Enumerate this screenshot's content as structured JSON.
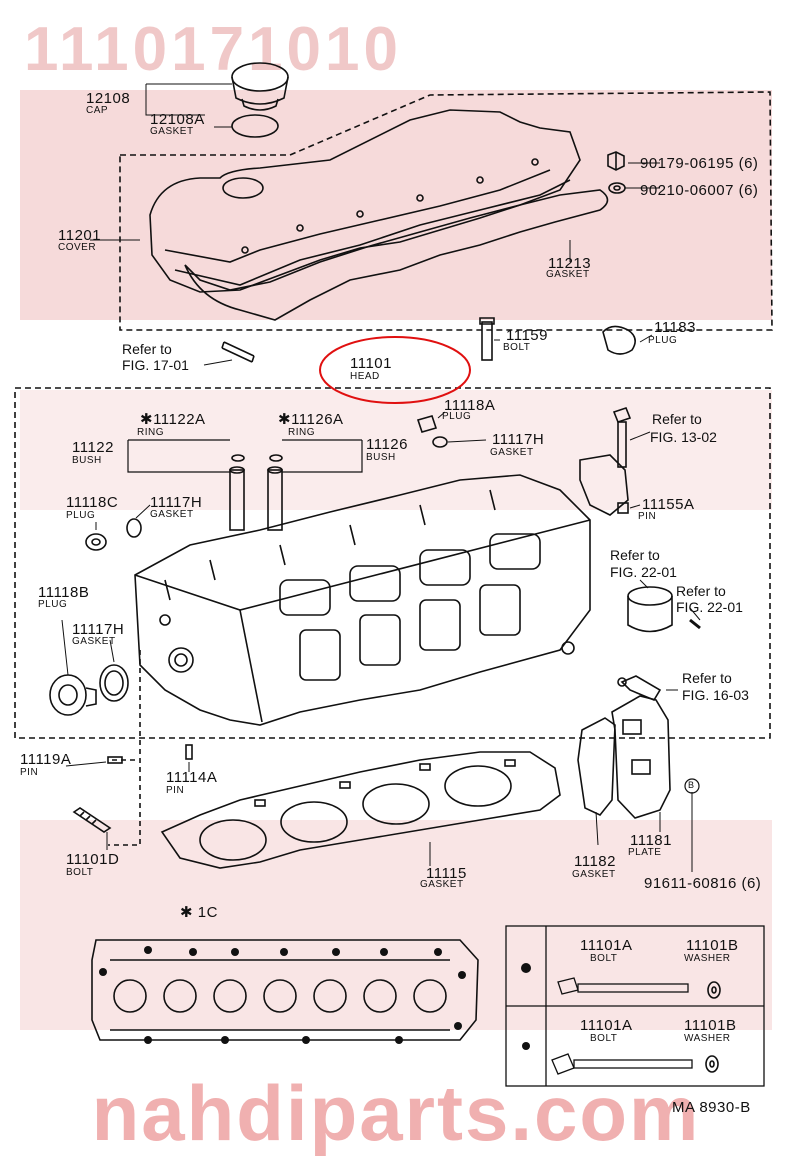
{
  "watermark": {
    "top_text": "1110171010",
    "bottom_text": "nahdiparts.com"
  },
  "figure_code": "MA 8930-B",
  "highlight_color": "#e01010",
  "parts": [
    {
      "id": "p12108",
      "number": "12108",
      "name": "CAP"
    },
    {
      "id": "p12108a",
      "number": "12108A",
      "name": "GASKET"
    },
    {
      "id": "p11201",
      "number": "11201",
      "name": "COVER"
    },
    {
      "id": "p90179",
      "number": "90179-06195 (6)",
      "name": ""
    },
    {
      "id": "p90210",
      "number": "90210-06007 (6)",
      "name": ""
    },
    {
      "id": "p11213",
      "number": "11213",
      "name": "GASKET"
    },
    {
      "id": "p11159",
      "number": "11159",
      "name": "BOLT"
    },
    {
      "id": "p11183",
      "number": "11183",
      "name": "PLUG"
    },
    {
      "id": "p11101",
      "number": "11101",
      "name": "HEAD"
    },
    {
      "id": "p11122a",
      "number": "✱11122A",
      "name": "RING"
    },
    {
      "id": "p11126a",
      "number": "✱11126A",
      "name": "RING"
    },
    {
      "id": "p11122",
      "number": "11122",
      "name": "BUSH"
    },
    {
      "id": "p11126",
      "number": "11126",
      "name": "BUSH"
    },
    {
      "id": "p11118a",
      "number": "11118A",
      "name": "PLUG"
    },
    {
      "id": "p11117h_top",
      "number": "11117H",
      "name": "GASKET"
    },
    {
      "id": "p11118c",
      "number": "11118C",
      "name": "PLUG"
    },
    {
      "id": "p11117h_mid",
      "number": "11117H",
      "name": "GASKET"
    },
    {
      "id": "p11155a",
      "number": "11155A",
      "name": "PIN"
    },
    {
      "id": "p11118b",
      "number": "11118B",
      "name": "PLUG"
    },
    {
      "id": "p11117h_low",
      "number": "11117H",
      "name": "GASKET"
    },
    {
      "id": "p11119a",
      "number": "11119A",
      "name": "PIN"
    },
    {
      "id": "p11114a",
      "number": "11114A",
      "name": "PIN"
    },
    {
      "id": "p11101d",
      "number": "11101D",
      "name": "BOLT"
    },
    {
      "id": "p11115",
      "number": "11115",
      "name": "GASKET"
    },
    {
      "id": "p11182",
      "number": "11182",
      "name": "GASKET"
    },
    {
      "id": "p11181",
      "number": "11181",
      "name": "PLATE"
    },
    {
      "id": "p91611",
      "number": "91611-60816 (6)",
      "name": ""
    }
  ],
  "references": [
    {
      "id": "r17",
      "line1": "Refer to",
      "line2": "FIG. 17-01"
    },
    {
      "id": "r13",
      "line1": "Refer to",
      "line2": "FIG. 13-02"
    },
    {
      "id": "r22a",
      "line1": "Refer to",
      "line2": "FIG. 22-01"
    },
    {
      "id": "r22b",
      "line1": "Refer to",
      "line2": "FIG. 22-01"
    },
    {
      "id": "r16",
      "line1": "Refer to",
      "line2": "FIG. 16-03"
    }
  ],
  "marks": {
    "b_circle": "B",
    "note_1c": "✱ 1C"
  },
  "legend": [
    {
      "number": "11101A",
      "name": "BOLT"
    },
    {
      "number": "11101B",
      "name": "WASHER"
    },
    {
      "number": "11101A",
      "name": "BOLT"
    },
    {
      "number": "11101B",
      "name": "WASHER"
    }
  ]
}
